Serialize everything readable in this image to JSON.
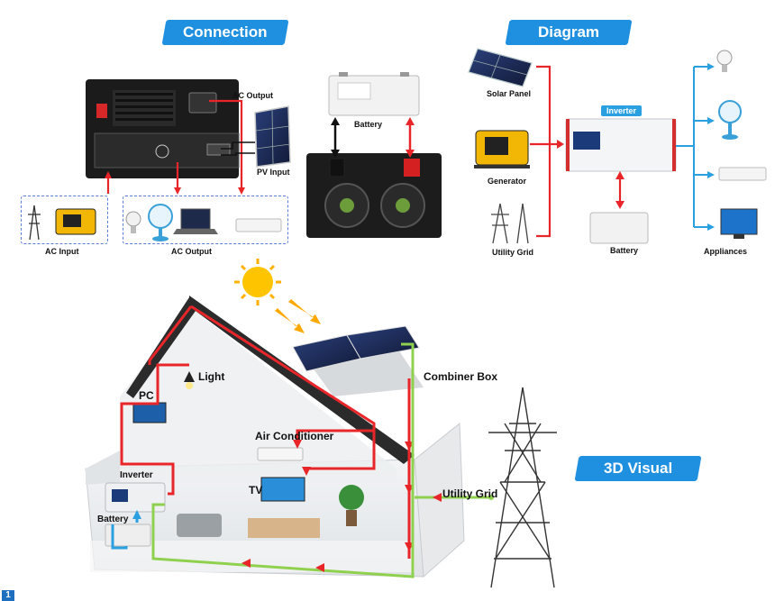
{
  "banners": {
    "connection": "Connection",
    "diagram": "Diagram",
    "visual": "3D Visual"
  },
  "connection": {
    "ac_output_top": "AC Output",
    "pv_input": "PV Input",
    "battery": "Battery",
    "ac_input": "AC Input",
    "ac_output_bottom": "AC Output"
  },
  "diagram": {
    "solar_panel": "Solar Panel",
    "generator": "Generator",
    "utility_grid": "Utility Grid",
    "inverter": "Inverter",
    "battery": "Battery",
    "appliances": "Appliances"
  },
  "visual": {
    "light": "Light",
    "pc": "PC",
    "combiner_box": "Combiner Box",
    "air_conditioner": "Air Conditioner",
    "inverter": "Inverter",
    "tv": "TV",
    "utility_grid": "Utility Grid",
    "battery": "Battery"
  },
  "corner_badge": "1",
  "colors": {
    "banner": "#1f8fe0",
    "ac_line": "#e8262a",
    "dc_line": "#2aa0e0",
    "grid_line": "#8fd14f"
  }
}
